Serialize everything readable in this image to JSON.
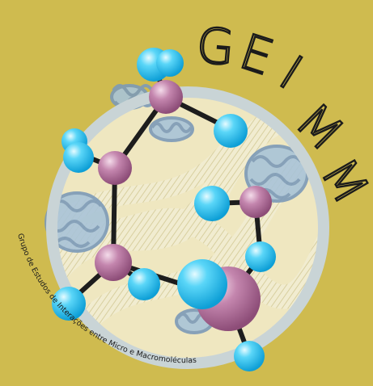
{
  "logo": {
    "letters": [
      "G",
      "E",
      "I",
      "M",
      "M"
    ],
    "tagline": "Grupo de Estudos de Interações entre Micro e Macromoléculas"
  },
  "colors": {
    "background": "#cfbb4f",
    "ring": "#c9d4d6",
    "atom_blue": "#2cc3f1",
    "atom_mauve": "#b7739f",
    "bond": "#1d1d1d",
    "protein": "#8fb0c9",
    "text": "#1b1b1b"
  }
}
